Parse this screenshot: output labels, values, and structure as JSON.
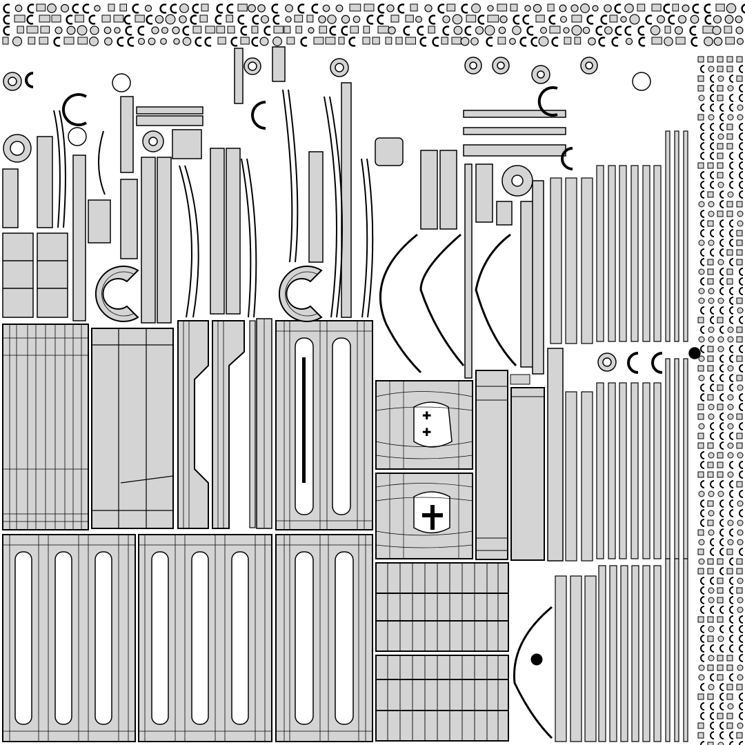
{
  "uv_layout": {
    "style": {
      "background": "#ffffff",
      "island_fill": "#d4d4d4",
      "wire_color": "#000000"
    },
    "features": {
      "text_present": false,
      "large_panels_with_slots": 5,
      "window_panels": 2,
      "striped_panels": 2,
      "ring_islands": 2,
      "long_rails": 2
    }
  }
}
